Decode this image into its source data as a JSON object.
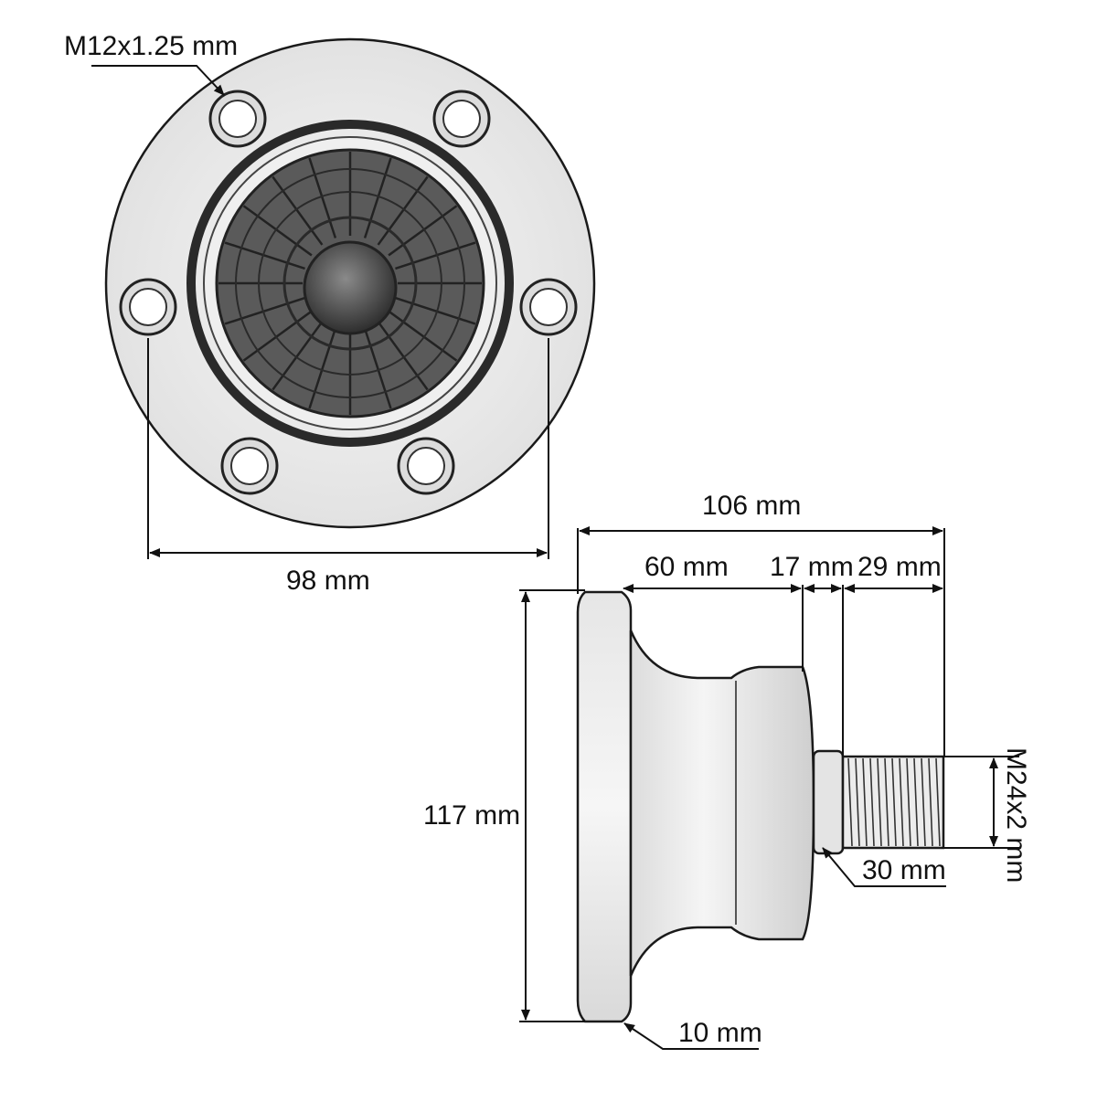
{
  "dimensions": {
    "bolt_thread": "M12x1.25 mm",
    "bolt_circle": "98 mm",
    "overall_length": "106 mm",
    "body_length": "60 mm",
    "collar_length": "17 mm",
    "thread_length": "29 mm",
    "flange_diameter": "117 mm",
    "flange_thickness": "10 mm",
    "shank_diameter": "30 mm",
    "spindle_thread": "M24x2 mm"
  },
  "colors": {
    "line": "#1a1a1a",
    "metal_light": "#f1f1f1",
    "metal_mid": "#d8d8d8",
    "metal_dark": "#4a4a4a",
    "jaw_dark": "#3c3c3c"
  }
}
